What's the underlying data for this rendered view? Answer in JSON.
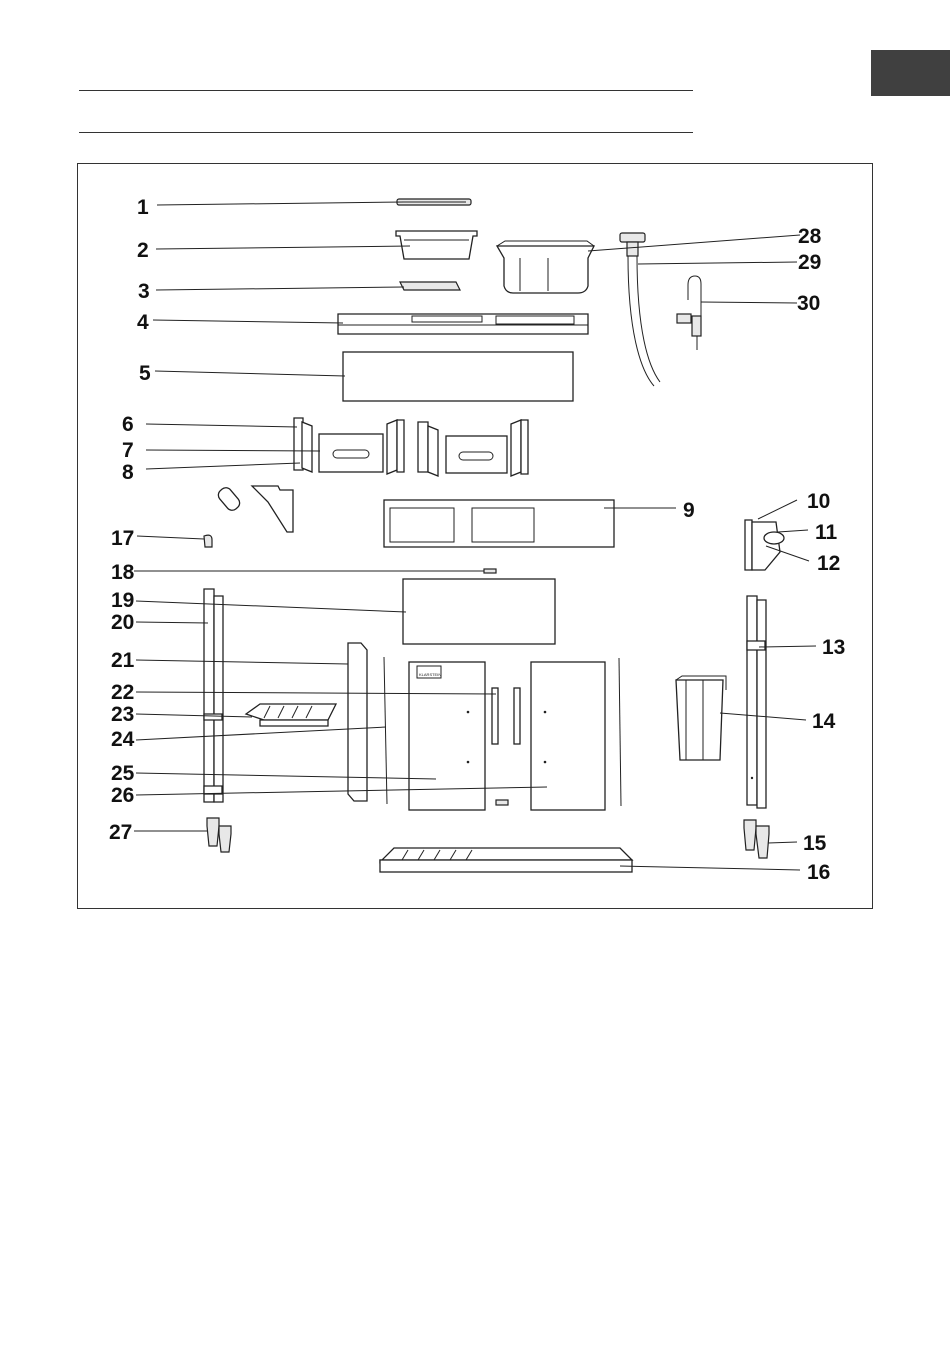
{
  "page": {
    "brand_label": "KLARSTEIN"
  },
  "callouts": [
    "1",
    "2",
    "3",
    "4",
    "5",
    "6",
    "7",
    "8",
    "9",
    "10",
    "11",
    "12",
    "13",
    "14",
    "15",
    "16",
    "17",
    "18",
    "19",
    "20",
    "21",
    "22",
    "23",
    "24",
    "25",
    "26",
    "27",
    "28",
    "29",
    "30"
  ]
}
